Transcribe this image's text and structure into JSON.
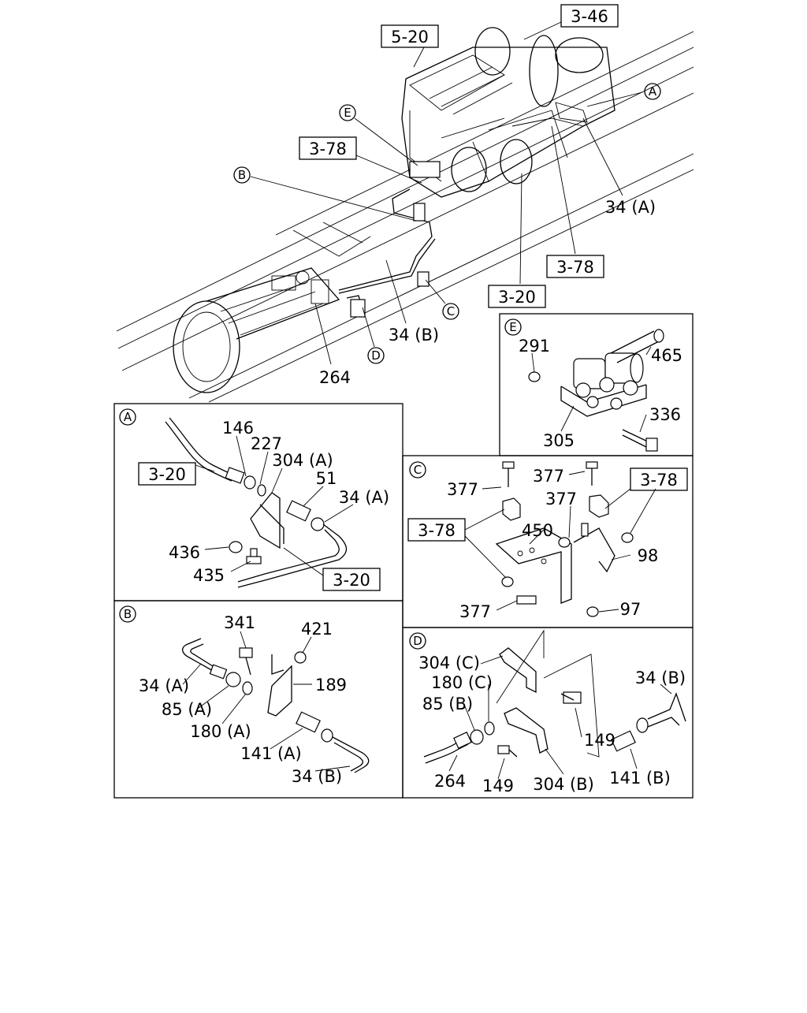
{
  "overview": {
    "refs": {
      "r520": "5-20",
      "r346": "3-46",
      "r378a": "3-78",
      "r378b": "3-78",
      "r320": "3-20"
    },
    "callouts": {
      "A": "A",
      "B": "B",
      "C": "C",
      "D": "D",
      "E": "E"
    },
    "labels": {
      "p34a": "34 (A)",
      "p34b": "34 (B)",
      "p264": "264"
    }
  },
  "panels": {
    "A": {
      "letter": "A",
      "refs": {
        "r320a": "3-20",
        "r320b": "3-20"
      },
      "labels": {
        "p146": "146",
        "p227": "227",
        "p304a": "304 (A)",
        "p51": "51",
        "p34a": "34 (A)",
        "p436": "436",
        "p435": "435"
      }
    },
    "B": {
      "letter": "B",
      "labels": {
        "p341": "341",
        "p421": "421",
        "p189": "189",
        "p34a": "34 (A)",
        "p85a": "85 (A)",
        "p180a": "180 (A)",
        "p141a": "141 (A)",
        "p34b": "34 (B)"
      }
    },
    "C": {
      "letter": "C",
      "refs": {
        "r378a": "3-78",
        "r378b": "3-78"
      },
      "labels": {
        "p377a": "377",
        "p377b": "377",
        "p377c": "377",
        "p377d": "377",
        "p450": "450",
        "p98": "98",
        "p97": "97"
      }
    },
    "D": {
      "letter": "D",
      "labels": {
        "p304c": "304 (C)",
        "p180c": "180 (C)",
        "p85b": "85 (B)",
        "p34b": "34 (B)",
        "p149a": "149",
        "p149b": "149",
        "p264": "264",
        "p304b": "304 (B)",
        "p141b": "141 (B)"
      }
    },
    "E": {
      "letter": "E",
      "labels": {
        "p291": "291",
        "p465": "465",
        "p336": "336",
        "p305": "305"
      }
    }
  }
}
